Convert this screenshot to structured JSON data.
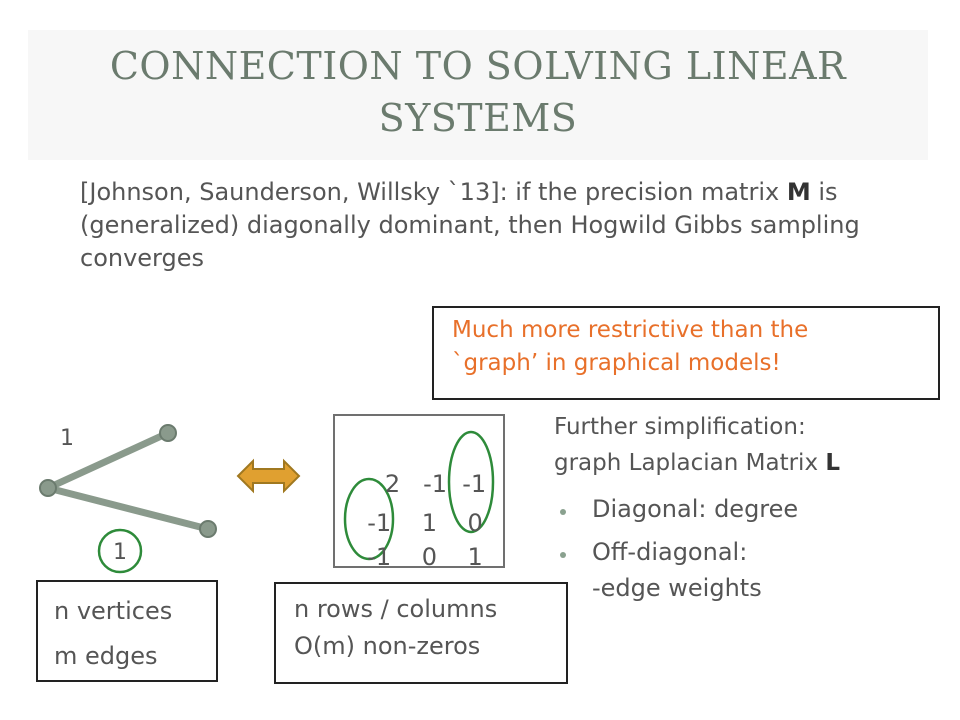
{
  "slide": {
    "title_line1": "CONNECTION TO SOLVING LINEAR",
    "title_line2": "SYSTEMS",
    "intro": {
      "part1": "[Johnson, Saunderson, Willsky `13]: if the precision matrix ",
      "bold": "M",
      "part2": " is (generalized) diagonally dominant, then Hogwild Gibbs sampling converges"
    },
    "callout": {
      "line1": "Much more restrictive than the",
      "line2": "`graph’ in graphical models!"
    },
    "graph": {
      "edge_label_top": "1",
      "edge_label_bottom": "1"
    },
    "matrix": {
      "row1": [
        " 2",
        "-1",
        "-1"
      ],
      "row2": [
        "-1",
        " 1",
        " 0"
      ],
      "row3": [
        "-1",
        " 0",
        " 1"
      ]
    },
    "graph_box": {
      "line1": "n vertices",
      "line2": "m edges"
    },
    "matrix_box": {
      "line1": "n rows / columns",
      "line2": "O(m) non-zeros"
    },
    "side": {
      "line1": "Further simplification:",
      "line2_text": "graph Laplacian Matrix ",
      "line2_bold": "L",
      "bullets": [
        {
          "label": "Diagonal: degree"
        },
        {
          "label": "Off-diagonal:",
          "label2": "-edge weights"
        }
      ]
    },
    "colors": {
      "title": "#6b7b6e",
      "callout_text": "#e8702a",
      "edge": "#8a9a8c",
      "circle_highlight": "#2e8b3a",
      "arrow_fill": "#e0a030",
      "arrow_stroke": "#a07820"
    }
  }
}
